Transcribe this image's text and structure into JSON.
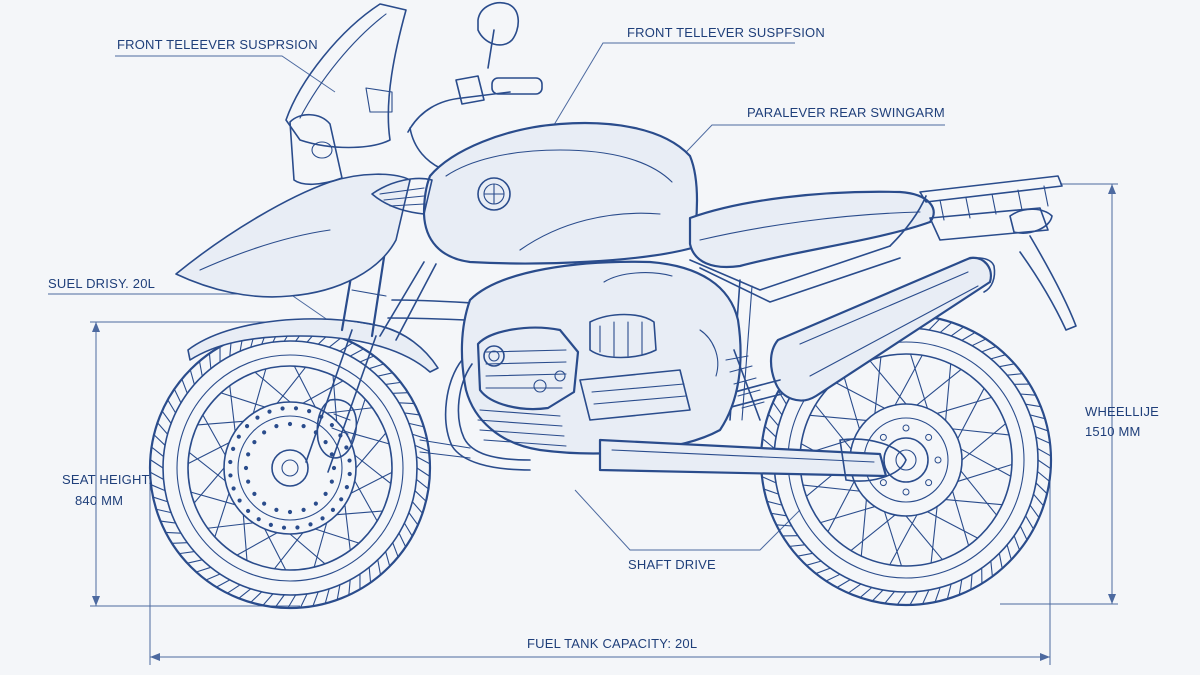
{
  "callouts": {
    "front_suspension_left": "FRONT TELEEVER SUSPRSION",
    "front_suspension_top": "FRONT TELLEVER SUSPFSION",
    "rear_swingarm": "PARALEVER REAR SWINGARM",
    "shaft_drive": "SHAFT DRIVE"
  },
  "dimensions": {
    "fuel_left": "SUEL DRISY. 20L",
    "seat_height_label": "SEAT HEIGHT:",
    "seat_height_value": "840 MM",
    "wheelbase_label": "WHEELLIJE",
    "wheelbase_value": "1510 MM",
    "fuel_capacity": "FUEL TANK CAPACITY: 20L"
  },
  "colors": {
    "ink": "#2a4c8c",
    "paper": "#f4f6f9"
  }
}
